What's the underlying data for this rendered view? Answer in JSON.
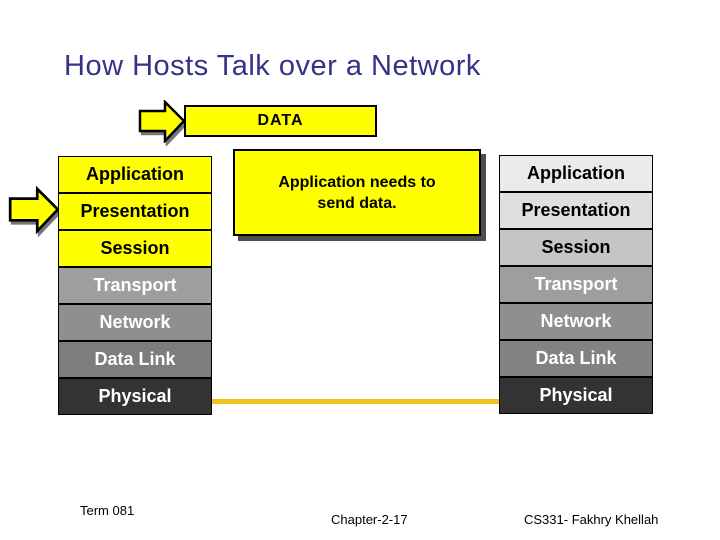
{
  "title": {
    "text": "How Hosts Talk over a Network",
    "color": "#333388"
  },
  "data_box": {
    "label": "DATA",
    "bg": "#FFFF00",
    "fg": "#000000"
  },
  "note_box": {
    "line1": "Application needs to",
    "line2": "send data.",
    "bg": "#FFFF00",
    "fg": "#000000",
    "shadow_color": "#4D4D4D"
  },
  "arrows": {
    "fill": "#FFFF00",
    "outline": "#000000"
  },
  "wire": {
    "color": "#EFC31B"
  },
  "stacks": {
    "left": {
      "layers": [
        {
          "label": "Application",
          "bg": "#FFFF00",
          "fg": "#000000"
        },
        {
          "label": "Presentation",
          "bg": "#FFFF00",
          "fg": "#000000"
        },
        {
          "label": "Session",
          "bg": "#FFFF00",
          "fg": "#000000"
        },
        {
          "label": "Transport",
          "bg": "#9E9E9E",
          "fg": "#FFFFFF"
        },
        {
          "label": "Network",
          "bg": "#8F8F8F",
          "fg": "#FFFFFF"
        },
        {
          "label": "Data Link",
          "bg": "#7D7D7D",
          "fg": "#FFFFFF"
        },
        {
          "label": "Physical",
          "bg": "#333333",
          "fg": "#FFFFFF"
        }
      ]
    },
    "right": {
      "layers": [
        {
          "label": "Application",
          "bg": "#EAEAEA",
          "fg": "#000000"
        },
        {
          "label": "Presentation",
          "bg": "#DFDFDF",
          "fg": "#000000"
        },
        {
          "label": "Session",
          "bg": "#C5C5C5",
          "fg": "#000000"
        },
        {
          "label": "Transport",
          "bg": "#9E9E9E",
          "fg": "#FFFFFF"
        },
        {
          "label": "Network",
          "bg": "#8F8F8F",
          "fg": "#FFFFFF"
        },
        {
          "label": "Data Link",
          "bg": "#828282",
          "fg": "#FFFFFF"
        },
        {
          "label": "Physical",
          "bg": "#333333",
          "fg": "#FFFFFF"
        }
      ]
    }
  },
  "footer": {
    "term": "Term 081",
    "chapter": "Chapter-2-17",
    "course": "CS331- Fakhry Khellah"
  }
}
